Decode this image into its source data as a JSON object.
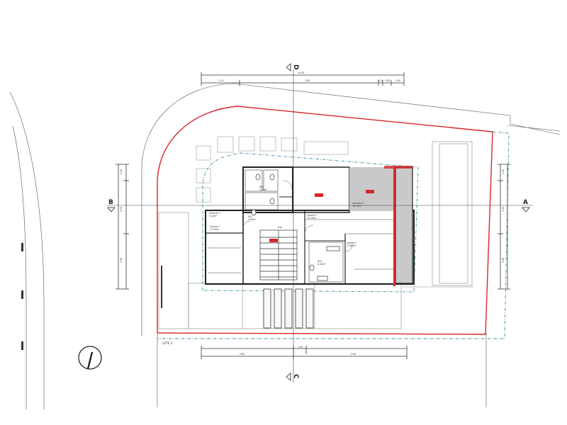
{
  "section_markers": {
    "top": "D",
    "bottom": "C",
    "left": "B",
    "right": "A"
  },
  "lot_label": "LOTE 3",
  "rooms": {
    "ws_top": {
      "name": "W.S",
      "area": "4.40m²"
    },
    "ws_small": {
      "name": "W.S",
      "area": "3.00m²"
    },
    "ws_bottom": {
      "name": "W.S",
      "area": "4.40m²"
    },
    "quarto_1": {
      "name": "Quarto 1",
      "area": "17.80m²"
    },
    "quarto_2": {
      "name": "Quarto 2",
      "area": "15.10m²"
    },
    "quarto_3": {
      "name": "Quarto 3",
      "area": "11.00m²"
    },
    "varanda_1": {
      "name": "Varanda 1",
      "area": "3.20m²"
    },
    "varanda_2": {
      "name": "Varanda 2",
      "area": "16.70m²"
    },
    "hall": {
      "name": "Hall",
      "area": ""
    }
  },
  "dimensions": {
    "top_total": "10.90",
    "top_segments": [
      "2.15",
      "7.80",
      "0.15",
      "0.85",
      "1.00"
    ],
    "bottom_total": "1.00",
    "bottom_segments": [
      "5.80",
      "3.90"
    ],
    "left_segments": [
      "1.10",
      "3.10",
      "3.00"
    ],
    "right_segments": [
      "1.10",
      "4.30",
      "3.00"
    ]
  },
  "north_arrow": {
    "icon": "north-arrow-icon"
  },
  "colors": {
    "boundary": "#d8262a",
    "setback": "#2c8c96",
    "terrace": "#c9c9c9"
  }
}
